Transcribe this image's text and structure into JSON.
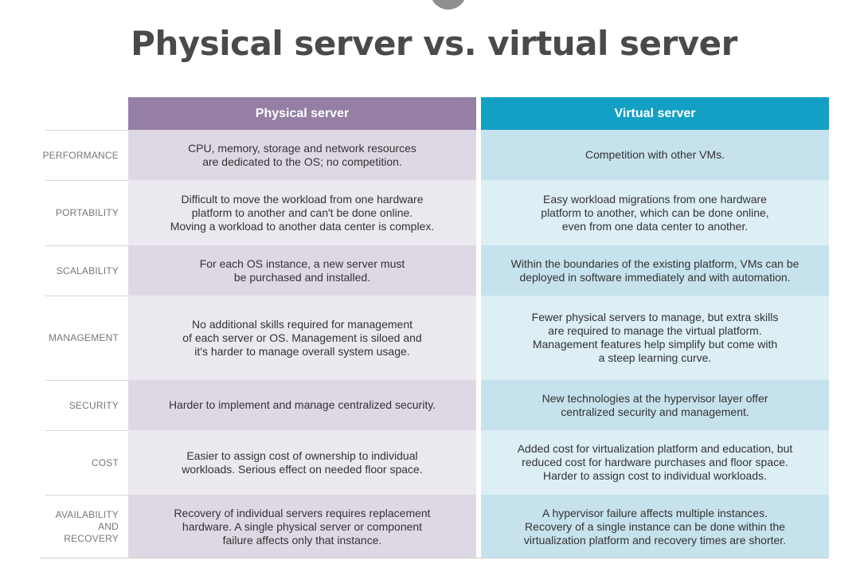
{
  "title": "Physical server vs. virtual server",
  "headers": {
    "physical": "Physical server",
    "virtual": "Virtual server"
  },
  "rows": [
    {
      "label": "PERFORMANCE",
      "physical": "CPU, memory, storage and network resources\nare dedicated to the OS; no competition.",
      "virtual": "Competition with other VMs."
    },
    {
      "label": "PORTABILITY",
      "physical": "Difficult to move the workload from one hardware\nplatform to another and can't be done online.\nMoving a workload to another data center is complex.",
      "virtual": "Easy workload migrations from one hardware\nplatform to another, which can be done online,\neven from one data center to another."
    },
    {
      "label": "SCALABILITY",
      "physical": "For each OS instance, a new server must\nbe purchased and installed.",
      "virtual": "Within the boundaries of the existing platform, VMs can be\ndeployed in software immediately and with automation."
    },
    {
      "label": "MANAGEMENT",
      "physical": "No additional skills required for management\nof each server or OS. Management is siloed and\nit's harder to manage overall system usage.",
      "virtual": "Fewer physical servers to manage, but extra skills\nare required to manage the virtual platform.\nManagement features help simplify but come with\na steep learning curve."
    },
    {
      "label": "SECURITY",
      "physical": "Harder to implement and manage centralized security.",
      "virtual": "New technologies at the hypervisor layer offer\ncentralized security and management."
    },
    {
      "label": "COST",
      "physical": "Easier to assign cost of ownership to individual\nworkloads. Serious effect on needed floor space.",
      "virtual": "Added cost for virtualization platform and education, but\nreduced cost for hardware purchases and floor space.\nHarder to assign cost to individual workloads."
    },
    {
      "label": "AVAILABILITY\nAND RECOVERY",
      "physical": "Recovery of individual servers requires replacement\nhardware. A single physical server or component\nfailure affects only that instance.",
      "virtual": "A hypervisor failure affects multiple instances.\nRecovery of a single instance can be done within the\nvirtualization platform and recovery times are shorter."
    }
  ],
  "colors": {
    "physical_header": "#957fa5",
    "virtual_header": "#14a0c4",
    "physical_row_dark": "#ded8e4",
    "physical_row_light": "#ebe8ef",
    "virtual_row_dark": "#c6e2ec",
    "virtual_row_light": "#ddeef5",
    "title": "#4a4a4c"
  }
}
